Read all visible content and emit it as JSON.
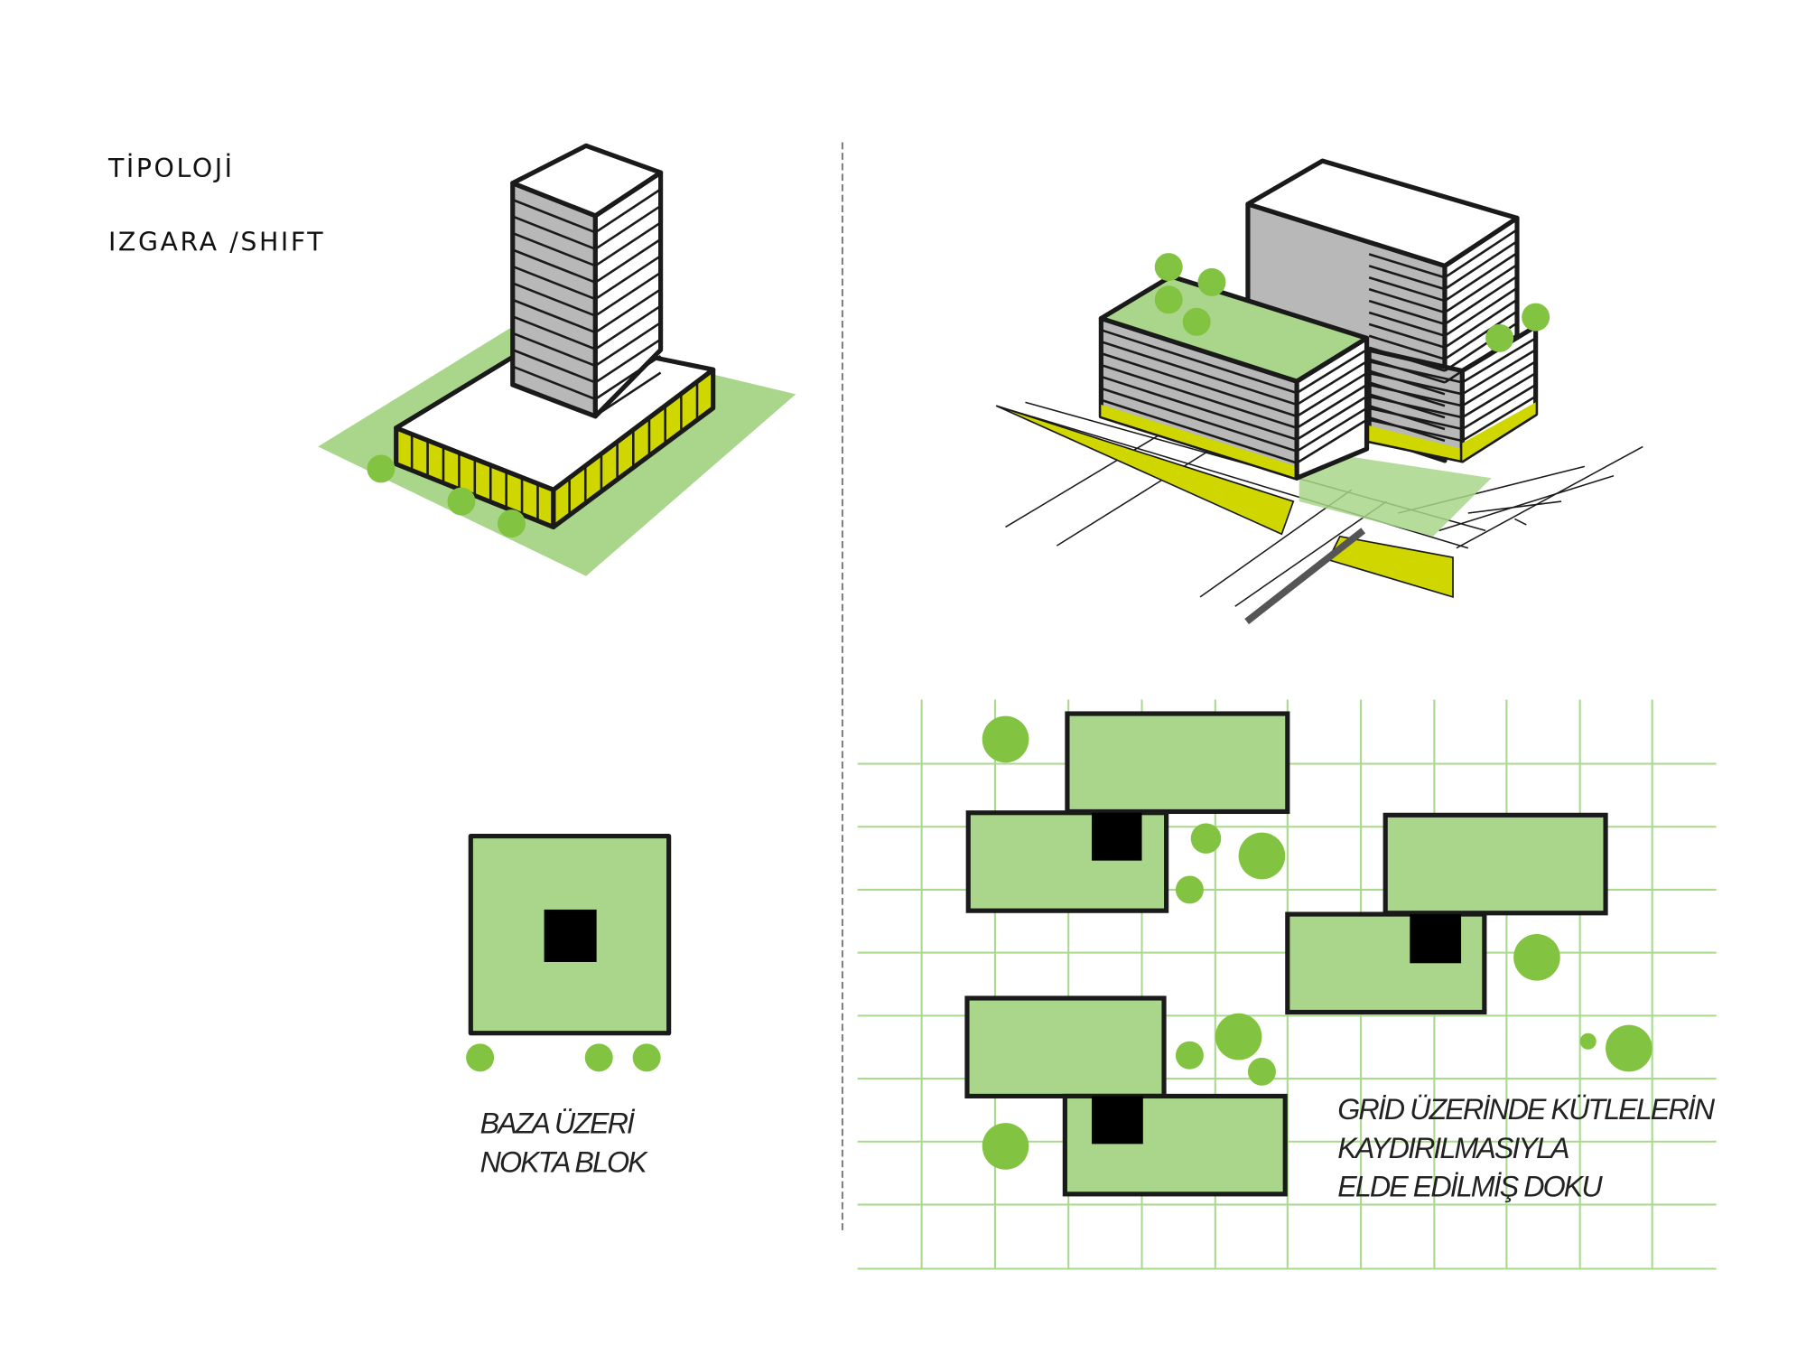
{
  "header": {
    "title": "TİPOLOJİ",
    "subtitle": "IZGARA /SHIFT"
  },
  "left_panel": {
    "caption_lines": [
      "BAZA ÜZERİ",
      "NOKTA BLOK"
    ]
  },
  "right_panel": {
    "caption_lines": [
      "GRİD ÜZERİNDE KÜTLELERİN",
      "KAYDIRILMASIYLA",
      "ELDE EDİLMİŞ DOKU"
    ]
  },
  "colors": {
    "light_green": "#a9d68a",
    "tree_green": "#82c341",
    "yellow": "#cfd600",
    "facade_gray": "#b8b8b8",
    "outline": "#1a1a1a",
    "grid_green": "#a9d98c"
  }
}
